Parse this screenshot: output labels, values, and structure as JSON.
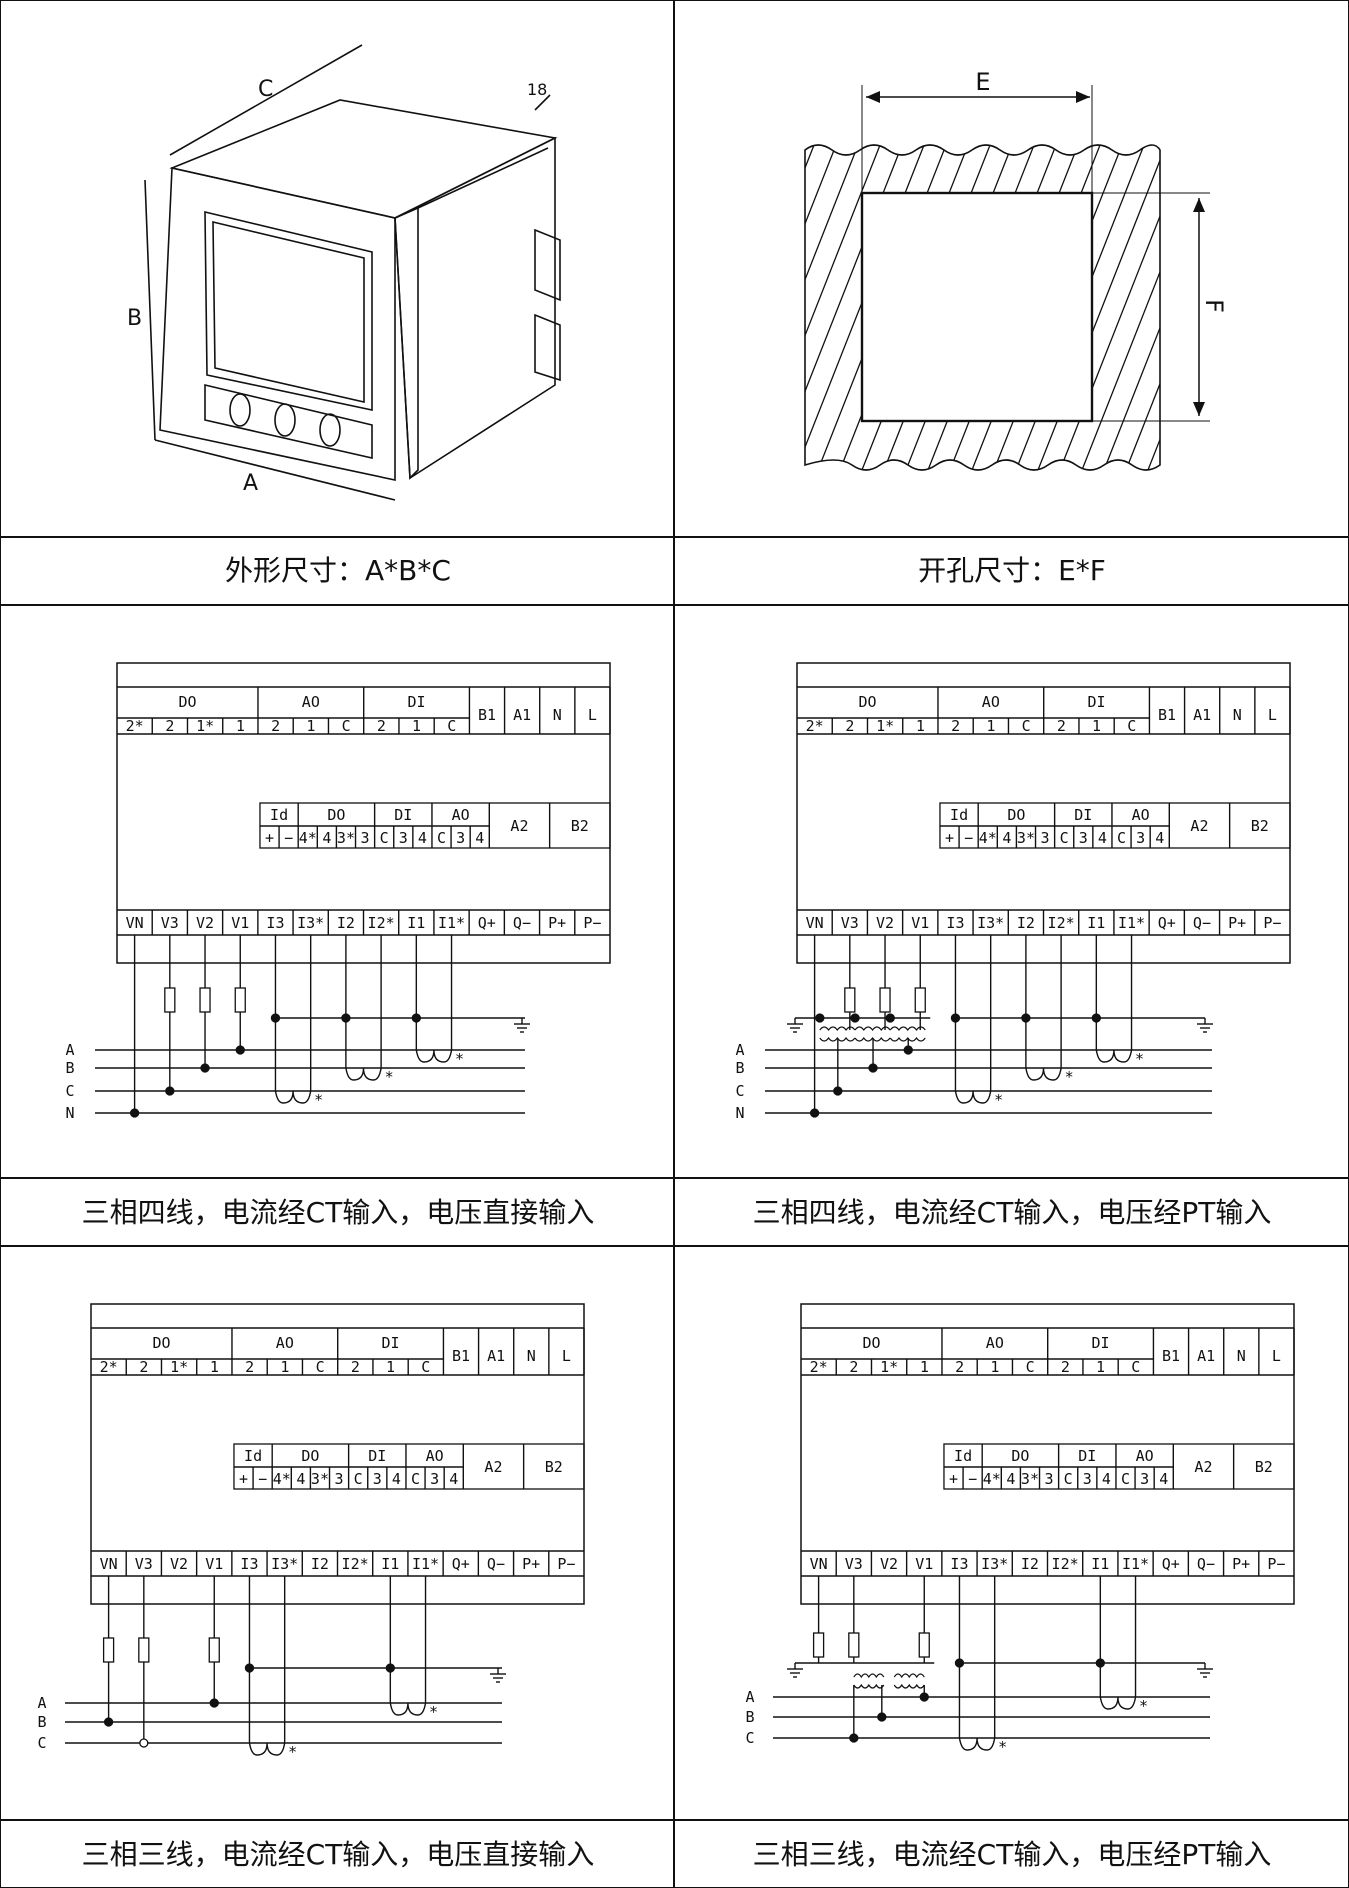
{
  "captions": {
    "outline": "外形尺寸：A*B*C",
    "cutout": "开孔尺寸：E*F",
    "w1": "三相四线，电流经CT输入，电压直接输入",
    "w2": "三相四线，电流经CT输入，电压经PT输入",
    "w3": "三相三线，电流经CT输入，电压直接输入",
    "w4": "三相三线，电流经CT输入，电压经PT输入"
  },
  "dimensions": {
    "a": "A",
    "b": "B",
    "c": "C",
    "depth": "18",
    "e": "E",
    "f": "F"
  },
  "terminal_block": {
    "top_groups": [
      {
        "name": "DO",
        "cells": [
          "2*",
          "2",
          "1*",
          "1"
        ]
      },
      {
        "name": "AO",
        "cells": [
          "2",
          "1",
          "C"
        ]
      },
      {
        "name": "DI",
        "cells": [
          "2",
          "1",
          "C"
        ]
      }
    ],
    "top_singles": [
      "B1",
      "A1",
      "N",
      "L"
    ],
    "mid_groups": [
      {
        "name": "Id",
        "cells": [
          "+",
          "−"
        ]
      },
      {
        "name": "DO",
        "cells": [
          "4*",
          "4",
          "3*",
          "3"
        ]
      },
      {
        "name": "DI",
        "cells": [
          "C",
          "3",
          "4"
        ]
      },
      {
        "name": "AO",
        "cells": [
          "C",
          "3",
          "4"
        ]
      }
    ],
    "mid_singles": [
      "A2",
      "B2"
    ],
    "bottom": [
      "VN",
      "V3",
      "V2",
      "V1",
      "I3",
      "I3*",
      "I2",
      "I2*",
      "I1",
      "I1*",
      "Q+",
      "Q−",
      "P+",
      "P−"
    ]
  },
  "phases_4wire": [
    "A",
    "B",
    "C",
    "N"
  ],
  "phases_3wire": [
    "A",
    "B",
    "C"
  ],
  "ct_mark": "*"
}
